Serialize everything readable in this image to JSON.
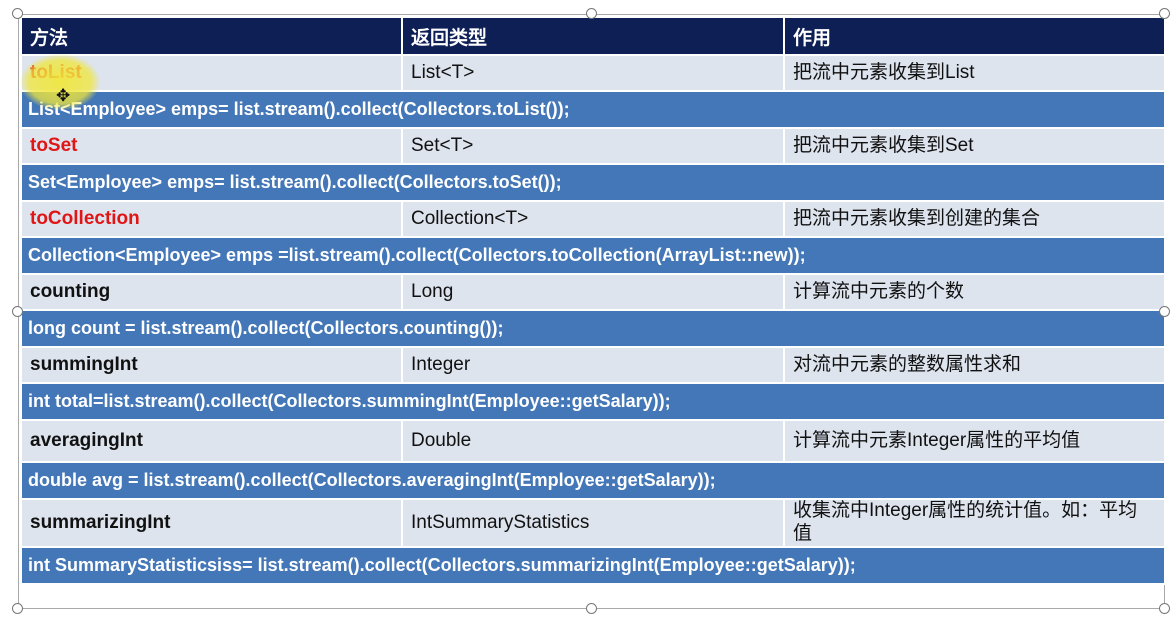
{
  "header": {
    "col1": "方法",
    "col2": "返回类型",
    "col3": "作用"
  },
  "rows": [
    {
      "method": "toList",
      "return_type": "List<T>",
      "description": "把流中元素收集到List",
      "method_color": "#e01616",
      "example": "List<Employee> emps= list.stream().collect(Collectors.toList());"
    },
    {
      "method": "toSet",
      "return_type": "Set<T>",
      "description": "把流中元素收集到Set",
      "method_color": "#e01616",
      "example": "Set<Employee> emps= list.stream().collect(Collectors.toSet());"
    },
    {
      "method": "toCollection",
      "return_type": "Collection<T>",
      "description": "把流中元素收集到创建的集合",
      "method_color": "#e01616",
      "example": "Collection<Employee> emps =list.stream().collect(Collectors.toCollection(ArrayList::new));"
    },
    {
      "method": "counting",
      "return_type": "Long",
      "description": "计算流中元素的个数",
      "method_color": "#111111",
      "example": "long count = list.stream().collect(Collectors.counting());"
    },
    {
      "method": "summingInt",
      "return_type": "Integer",
      "description": "对流中元素的整数属性求和",
      "method_color": "#111111",
      "example": "int total=list.stream().collect(Collectors.summingInt(Employee::getSalary));"
    },
    {
      "method": "averagingInt",
      "return_type": "Double",
      "description": "计算流中元素Integer属性的平均值",
      "method_color": "#111111",
      "example": "double avg = list.stream().collect(Collectors.averagingInt(Employee::getSalary));"
    },
    {
      "method": "summarizingInt",
      "return_type": "IntSummaryStatistics",
      "description": "收集流中Integer属性的统计值。如：平均值",
      "method_color": "#111111",
      "example": "int SummaryStatisticsiss= list.stream().collect(Collectors.summarizingInt(Employee::getSalary));"
    }
  ],
  "colors": {
    "header_bg": "#0d1f55",
    "row_bg": "#dde4ee",
    "code_bg": "#4477b7",
    "highlight": "#f0e63c"
  },
  "icons": {
    "cursor": "move-cursor-icon"
  }
}
